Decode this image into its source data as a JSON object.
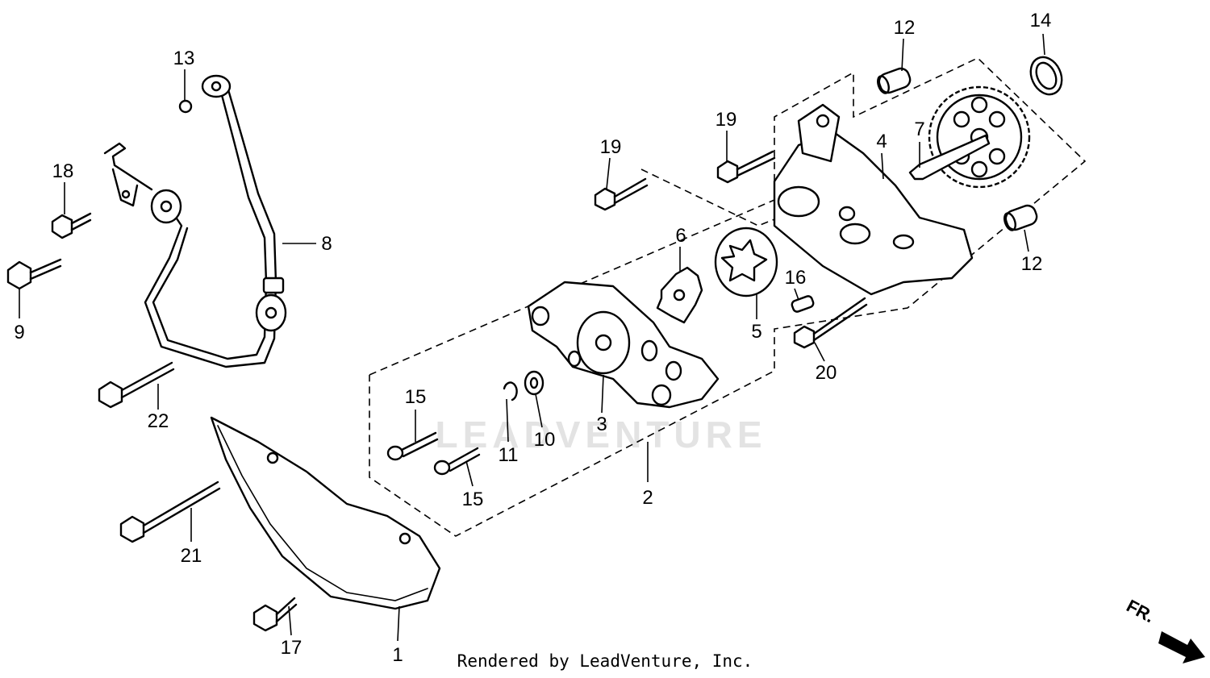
{
  "watermark": "LEADVENTURE",
  "footer": "Rendered by LeadVenture, Inc.",
  "direction_label": "FR.",
  "callouts": {
    "c1": "1",
    "c2": "2",
    "c3": "3",
    "c4": "4",
    "c5": "5",
    "c6": "6",
    "c7": "7",
    "c8": "8",
    "c9": "9",
    "c10": "10",
    "c11": "11",
    "c12a": "12",
    "c12b": "12",
    "c13": "13",
    "c14": "14",
    "c15a": "15",
    "c15b": "15",
    "c16": "16",
    "c17": "17",
    "c18": "18",
    "c19a": "19",
    "c19b": "19",
    "c20": "20",
    "c21": "21",
    "c22": "22"
  }
}
